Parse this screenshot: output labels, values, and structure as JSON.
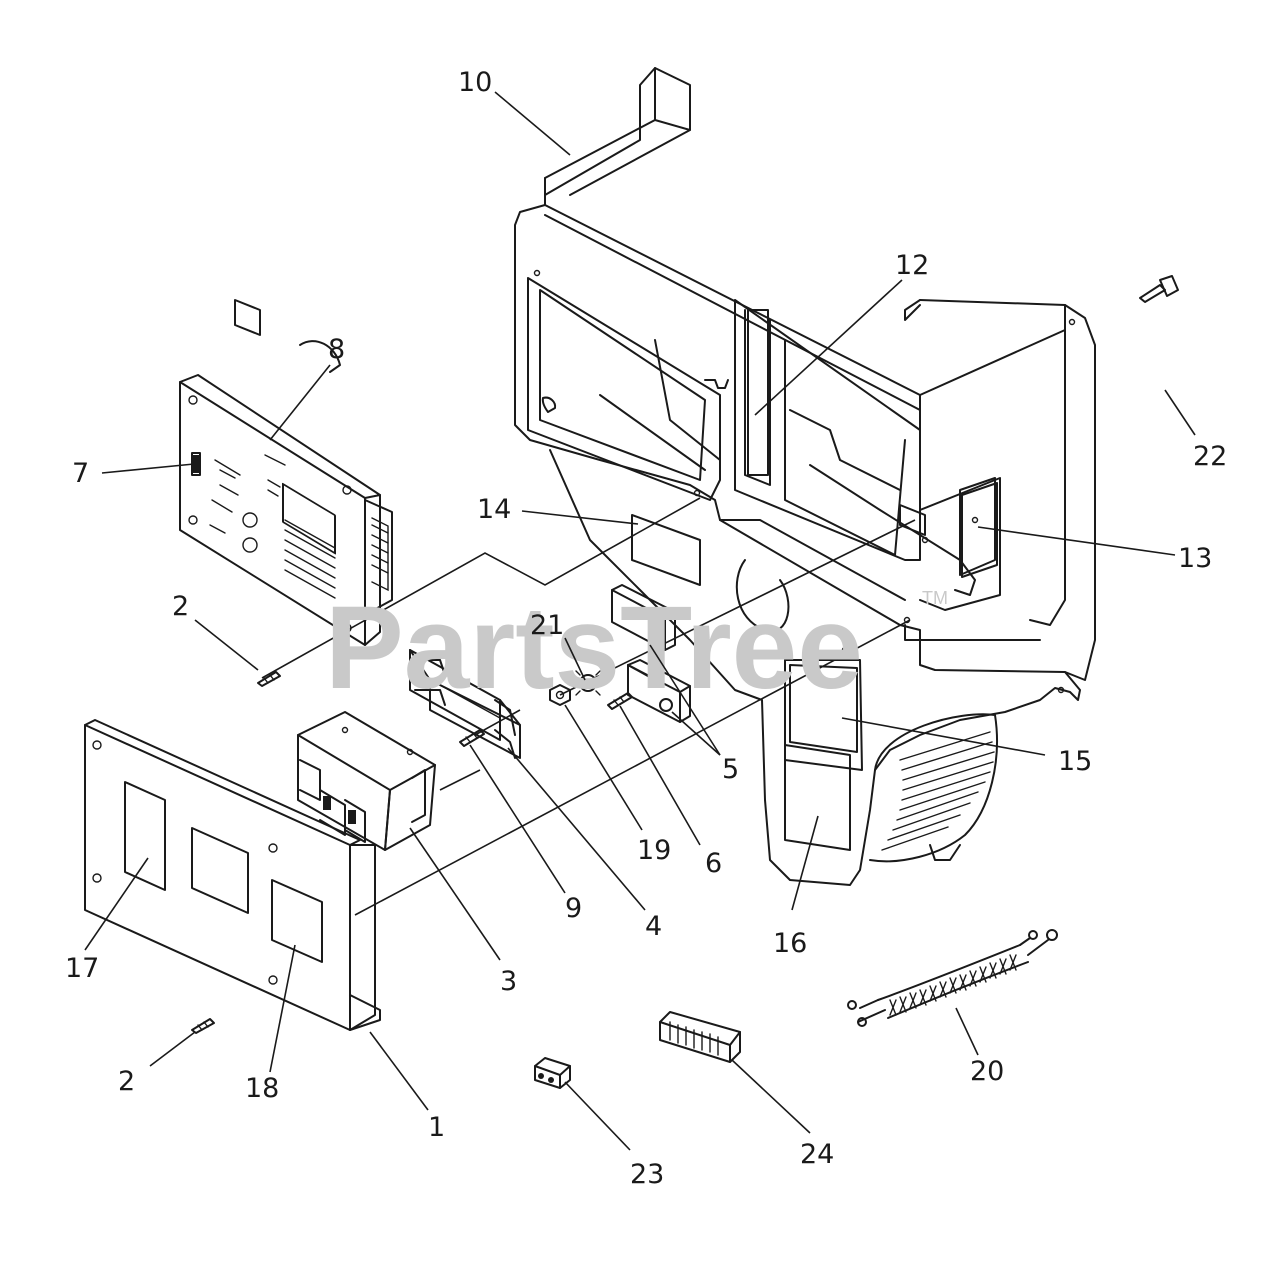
{
  "watermark": {
    "text": "PartsTree",
    "trademark": "TM"
  },
  "callouts": [
    {
      "id": "c10",
      "label": "10"
    },
    {
      "id": "c12",
      "label": "12"
    },
    {
      "id": "c8",
      "label": "8"
    },
    {
      "id": "c7",
      "label": "7"
    },
    {
      "id": "c22",
      "label": "22"
    },
    {
      "id": "c14",
      "label": "14"
    },
    {
      "id": "c13",
      "label": "13"
    },
    {
      "id": "c2a",
      "label": "2"
    },
    {
      "id": "c21",
      "label": "21"
    },
    {
      "id": "c15",
      "label": "15"
    },
    {
      "id": "c5",
      "label": "5"
    },
    {
      "id": "c19",
      "label": "19"
    },
    {
      "id": "c6",
      "label": "6"
    },
    {
      "id": "c9",
      "label": "9"
    },
    {
      "id": "c4",
      "label": "4"
    },
    {
      "id": "c16",
      "label": "16"
    },
    {
      "id": "c17",
      "label": "17"
    },
    {
      "id": "c3",
      "label": "3"
    },
    {
      "id": "c20",
      "label": "20"
    },
    {
      "id": "c2b",
      "label": "2"
    },
    {
      "id": "c18",
      "label": "18"
    },
    {
      "id": "c1",
      "label": "1"
    },
    {
      "id": "c24",
      "label": "24"
    },
    {
      "id": "c23",
      "label": "23"
    }
  ]
}
